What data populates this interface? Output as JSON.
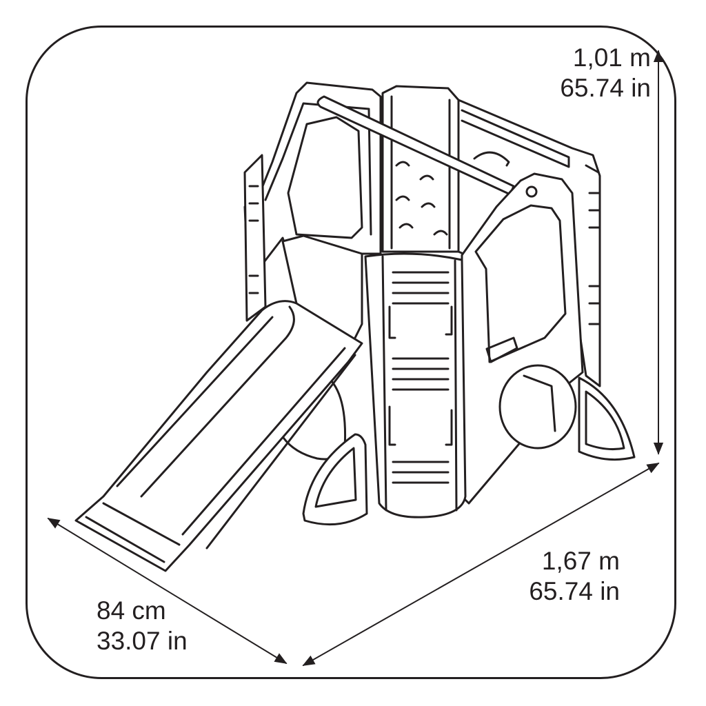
{
  "dimensions": {
    "height": {
      "metric": "1,01 m",
      "imperial": "65.74 in"
    },
    "length": {
      "metric": "1,67 m",
      "imperial": "65.74 in"
    },
    "depth": {
      "metric": "84 cm",
      "imperial": "33.07 in"
    }
  },
  "colors": {
    "line": "#231f20",
    "background": "#ffffff"
  }
}
